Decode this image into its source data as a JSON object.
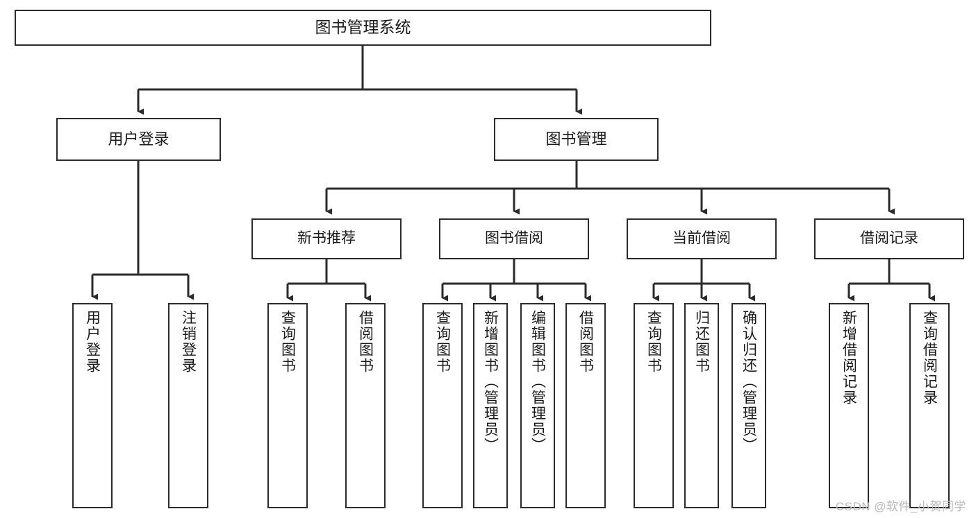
{
  "diagram": {
    "title": "图书管理系统",
    "type": "tree-hierarchy-diagram",
    "colors": {
      "box_border": "#2b2b2b",
      "box_fill": "#ffffff",
      "connector": "#2b2b2b",
      "text": "#1a1a1a",
      "watermark": "#b9b9b9",
      "background": "#ffffff"
    }
  },
  "root": {
    "label": "图书管理系统"
  },
  "level2": [
    {
      "label": "用户登录"
    },
    {
      "label": "图书管理"
    }
  ],
  "level3": [
    {
      "label": "新书推荐"
    },
    {
      "label": "图书借阅"
    },
    {
      "label": "当前借阅"
    },
    {
      "label": "借阅记录"
    }
  ],
  "leaves": {
    "user_login": [
      {
        "label": "用户登录"
      },
      {
        "label": "注销登录"
      }
    ],
    "new_book_recommend": [
      {
        "label": "查询图书"
      },
      {
        "label": "借阅图书"
      }
    ],
    "book_borrow": [
      {
        "label": "查询图书"
      },
      {
        "label": "新增图书（管理员）"
      },
      {
        "label": "编辑图书（管理员）"
      },
      {
        "label": "借阅图书"
      }
    ],
    "current_borrow": [
      {
        "label": "查询图书"
      },
      {
        "label": "归还图书"
      },
      {
        "label": "确认归还（管理员）"
      }
    ],
    "borrow_record": [
      {
        "label": "新增借阅记录"
      },
      {
        "label": "查询借阅记录"
      }
    ]
  },
  "watermark": {
    "text": "CSDN @软件_小贺同学"
  }
}
